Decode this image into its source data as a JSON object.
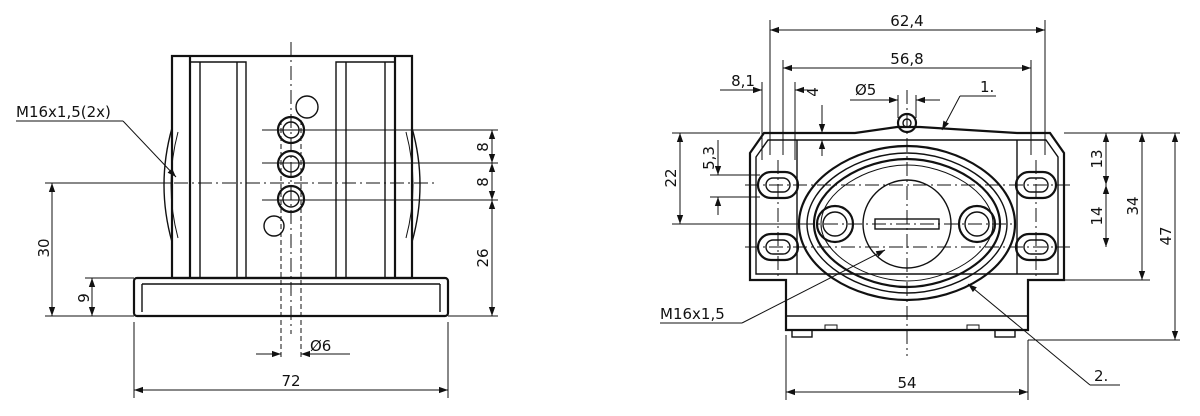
{
  "left_view": {
    "thread_callout": "M16x1,5(2x)",
    "dim_height_30": "30",
    "dim_height_9": "9",
    "dim_width_72": "72",
    "dim_pitch_top": "8",
    "dim_pitch_bottom": "8",
    "dim_height_26": "26",
    "dim_hole_dia": "Ø6"
  },
  "right_view": {
    "dim_width_62_4": "62,4",
    "dim_width_56_8": "56,8",
    "dim_8_1": "8,1",
    "dim_4": "4",
    "dim_hole_dia_5": "Ø5",
    "label_1": "1.",
    "dim_22": "22",
    "dim_5_3": "5,3",
    "dim_13": "13",
    "dim_14": "14",
    "dim_34": "34",
    "dim_47": "47",
    "thread_callout": "M16x1,5",
    "dim_width_54": "54",
    "label_2": "2."
  }
}
